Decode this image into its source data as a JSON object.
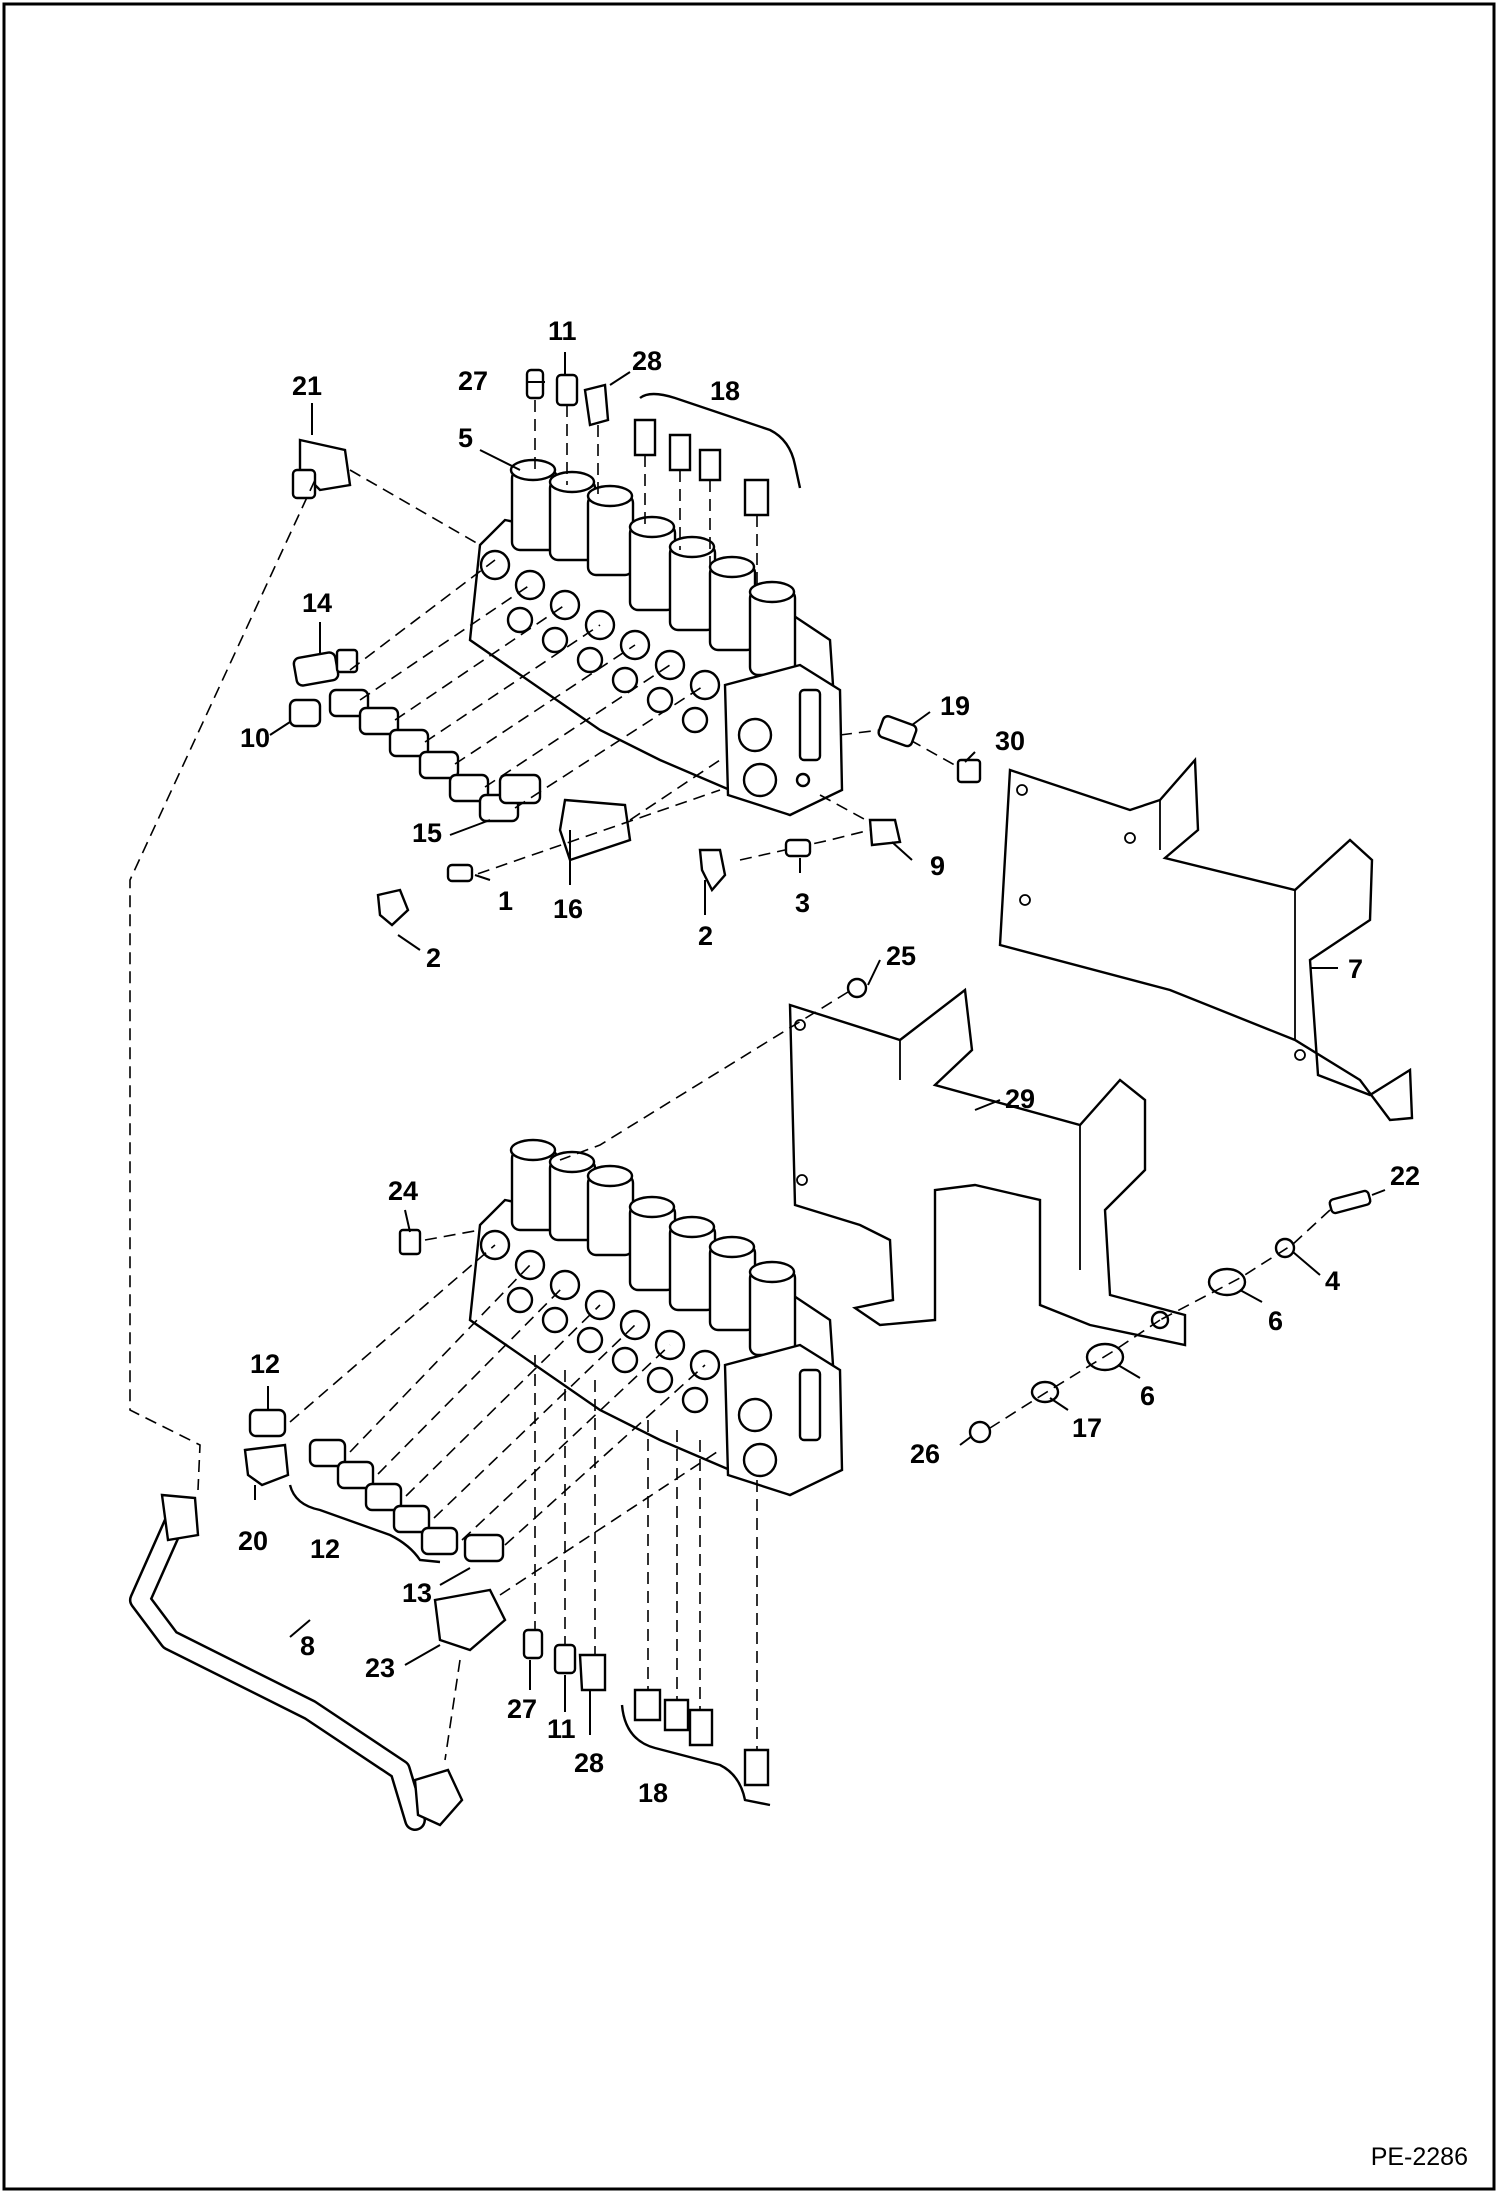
{
  "drawing_code": "PE-2286",
  "callouts": {
    "c21": "21",
    "c27a": "27",
    "c11a": "11",
    "c28a": "28",
    "c18a": "18",
    "c5": "5",
    "c14": "14",
    "c10": "10",
    "c19": "19",
    "c30": "30",
    "c15": "15",
    "c1": "1",
    "c16": "16",
    "c2a": "2",
    "c2b": "2",
    "c3": "3",
    "c9": "9",
    "c7": "7",
    "c25": "25",
    "c29": "29",
    "c24": "24",
    "c22": "22",
    "c4": "4",
    "c6a": "6",
    "c6b": "6",
    "c17": "17",
    "c26": "26",
    "c12a": "12",
    "c20": "20",
    "c12b": "12",
    "c13": "13",
    "c8": "8",
    "c23": "23",
    "c27b": "27",
    "c11b": "11",
    "c28b": "28",
    "c18b": "18"
  }
}
